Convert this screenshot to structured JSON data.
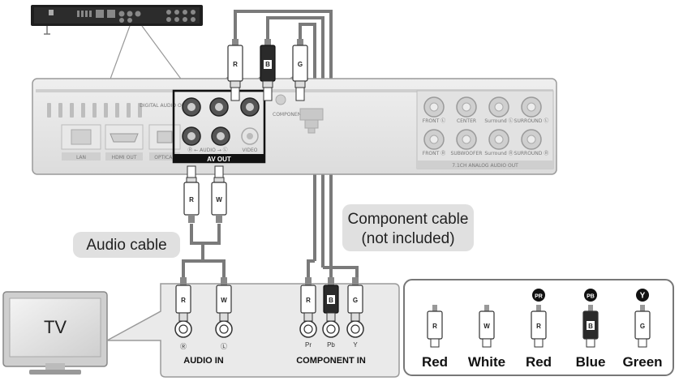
{
  "panel": {
    "lan": "LAN",
    "hdmi_out": "HDMI OUT",
    "digital_audio_out": "DIGITAL AUDIO OUT",
    "optical": "OPTICAL",
    "component_out": "COMPONENT OUT",
    "video": "VIDEO",
    "av_out": "AV OUT",
    "audio_row": "Ⓡ ← AUDIO → Ⓛ",
    "analog_title": "7.1CH ANALOG AUDIO OUT",
    "analog_labels": [
      "FRONT Ⓛ",
      "CENTER",
      "Surround Ⓛ",
      "SURROUND Ⓛ",
      "FRONT Ⓡ",
      "SUBWOOFER",
      "Surround Ⓡ",
      "SURROUND Ⓡ"
    ]
  },
  "component_plugs": [
    "R",
    "B",
    "G"
  ],
  "audio_plugs": [
    "R",
    "W"
  ],
  "audio_cable_label": "Audio cable",
  "component_cable_label": [
    "Component cable",
    "(not included)"
  ],
  "tv": {
    "label": "TV",
    "audio_plugs": [
      "R",
      "W"
    ],
    "audio_jacks": [
      "Ⓡ",
      "Ⓛ"
    ],
    "audio_in": "AUDIO IN",
    "component_plugs": [
      "R",
      "B",
      "G"
    ],
    "component_jacks": [
      "Pr",
      "Pb",
      "Y"
    ],
    "component_in": "COMPONENT IN"
  },
  "legend": {
    "items": [
      {
        "plug": "R",
        "badge": "",
        "name": "Red",
        "color": "#ffffff"
      },
      {
        "plug": "W",
        "badge": "",
        "name": "White",
        "color": "#ffffff"
      },
      {
        "plug": "R",
        "badge": "PR",
        "name": "Red",
        "color": "#ffffff"
      },
      {
        "plug": "B",
        "badge": "PB",
        "name": "Blue",
        "color": "#2a2a2a"
      },
      {
        "plug": "G",
        "badge": "Y",
        "name": "Green",
        "color": "#ffffff"
      }
    ]
  }
}
